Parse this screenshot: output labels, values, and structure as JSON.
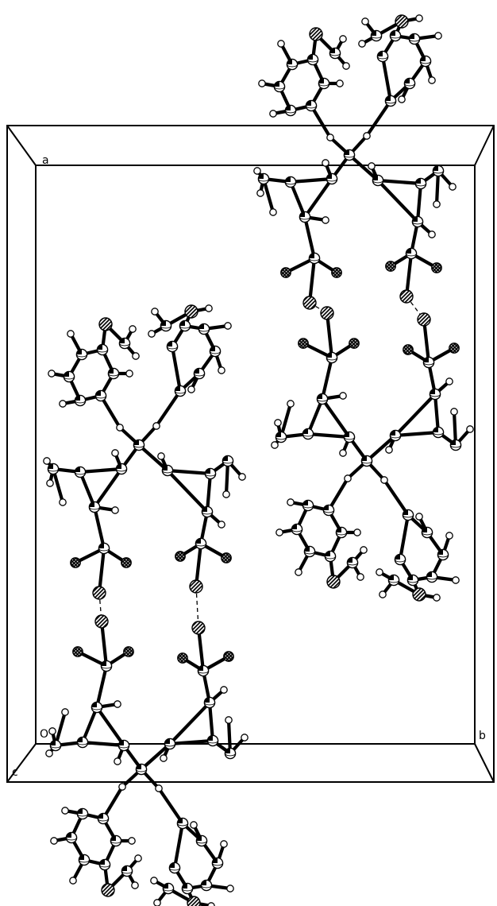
{
  "figure": {
    "kind": "crystal-packing-diagram",
    "unit_cell_axes": [
      {
        "name": "a-axis-label",
        "label": "a"
      },
      {
        "name": "b-axis-label",
        "label": "b"
      },
      {
        "name": "c-axis-label",
        "label": "c"
      },
      {
        "name": "origin-label",
        "label": "O"
      }
    ],
    "element_styles": {
      "carbon": {
        "fill": "#ffffff",
        "pattern": "octant"
      },
      "hydrogen": {
        "fill": "#ffffff",
        "pattern": "plain"
      },
      "oxygen": {
        "fill": "#ffffff",
        "pattern": "cross-hatch"
      },
      "nitrogen": {
        "fill": "#ffffff",
        "pattern": "stripes"
      }
    },
    "colors": {
      "ink": "#000000",
      "background": "#ffffff"
    }
  }
}
